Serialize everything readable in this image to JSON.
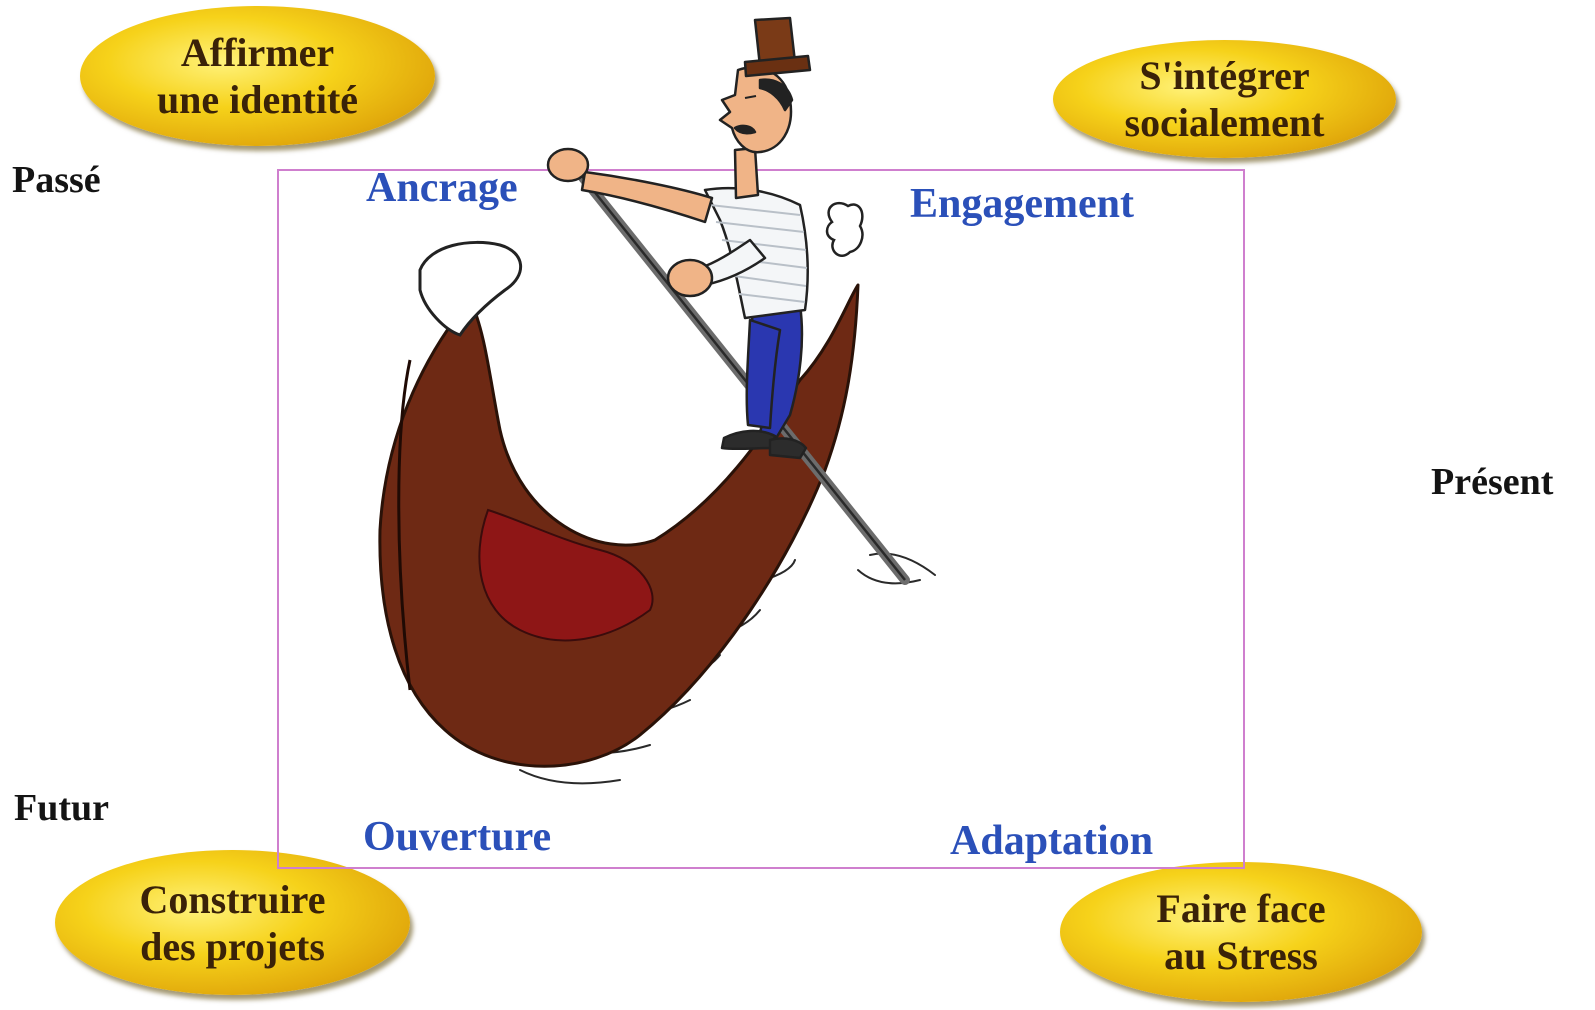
{
  "axis_labels": {
    "past": "Passé",
    "present": "Présent",
    "future": "Futur"
  },
  "ovals": {
    "top_left": [
      "Affirmer",
      "une identité"
    ],
    "top_right": [
      "S'intégrer",
      "socialement"
    ],
    "bottom_left": [
      "Construire",
      "des projets"
    ],
    "bottom_right": [
      "Faire face",
      "au Stress"
    ]
  },
  "corners": {
    "top_left": "Ancrage",
    "top_right": "Engagement",
    "bottom_left": "Ouverture",
    "bottom_right": "Adaptation"
  },
  "colors": {
    "corner_text": "#2b50b9",
    "frame": "#cf7fce",
    "oval_fill": "#f6d21a",
    "oval_text": "#3a2208",
    "gondola": "#6e2914",
    "gondola_inner": "#8e1616",
    "shirt": "#f4f6f8",
    "trousers": "#2a37b0"
  },
  "illustration": {
    "subject": "gondolier-in-gondola",
    "icons": [
      "gondola-icon",
      "gondolier-icon",
      "oar-icon",
      "water-splash-icon"
    ]
  }
}
